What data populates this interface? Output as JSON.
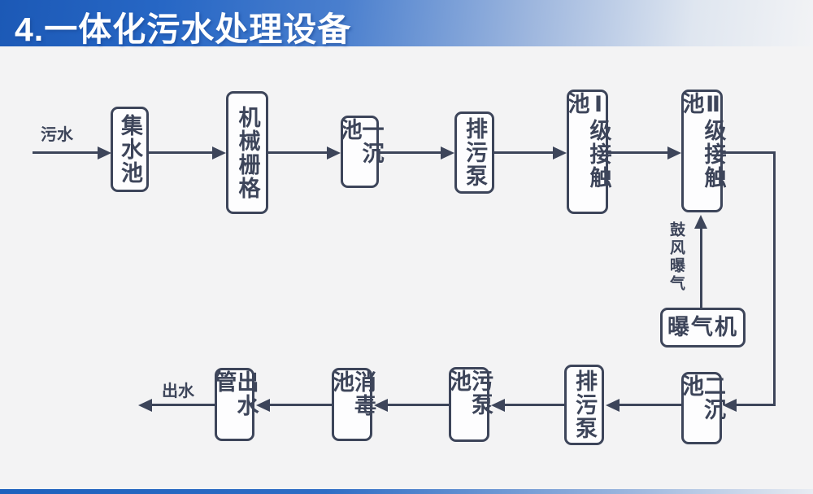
{
  "title": "4.一体化污水处理设备",
  "colors": {
    "header_blue": "#2265c2",
    "header_fade": "#f2f3f5",
    "diagram_ink": "#3d455a",
    "background": "#f3f3f4",
    "node_fill": "#fdfdfe"
  },
  "diagram": {
    "inflow_label": "污水",
    "outflow_label": "出水",
    "aeration_label": "鼓风曝气",
    "nodes": {
      "collecting_tank": "集水池",
      "mechanical_screen": "机械栅格",
      "primary_sedimentation_tank": "一沉池",
      "sewage_pump_top": "排污泵",
      "level1_contact_tank": "Ⅰ级接触池",
      "level2_contact_tank": "Ⅱ级接触池",
      "aerator": "曝气机",
      "secondary_sedimentation_tank": "二沉池",
      "sewage_pump_bottom": "排污泵",
      "sewage_pump_tank": "污泵池",
      "disinfection_tank": "消毒池",
      "outlet_pipe": "出水管"
    }
  }
}
